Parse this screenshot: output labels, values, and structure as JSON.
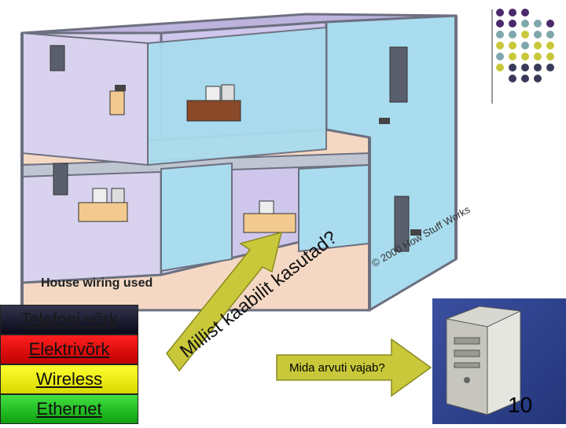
{
  "legend": {
    "telefon": "Telefoni võrk",
    "elekter": "Elektrivõrk",
    "wireless": "Wireless",
    "ethernet": "Ethernet"
  },
  "caption": "House wiring used",
  "copyright": "© 2000 How Stuff Works",
  "rotated_question": "Millist kaabilit kasutad?",
  "arrow_label": "Mida arvuti vajab?",
  "slide_number": "10",
  "colors": {
    "wall_left": "#d9d2ee",
    "wall_right": "#a9dcee",
    "floor": "#f5d8c3",
    "frame": "#6c7080",
    "dot_purple": "#4a2a6a",
    "dot_teal": "#7fa7ad",
    "dot_yellow": "#c8c83a",
    "dot_navy": "#3a3a5a"
  }
}
